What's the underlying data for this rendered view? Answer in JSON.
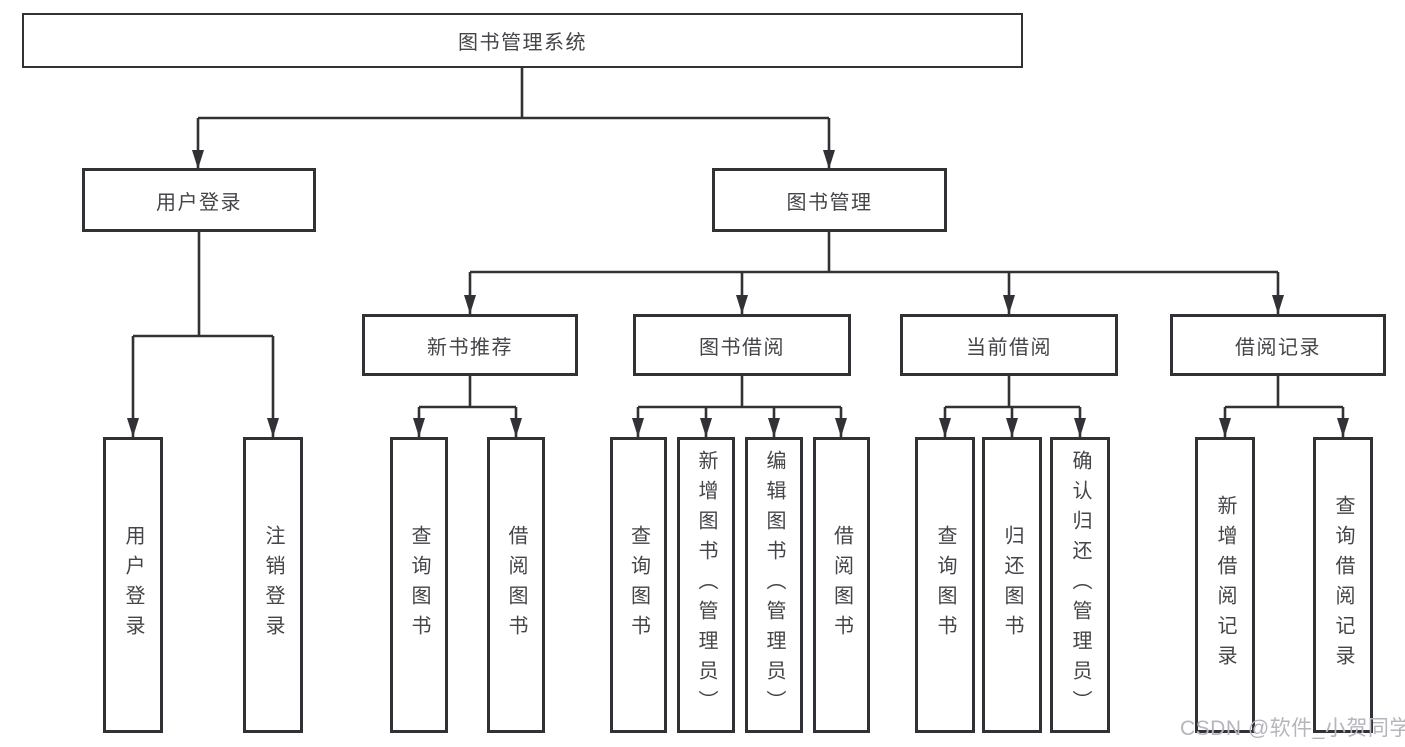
{
  "colors": {
    "line": "#323236",
    "text": "#454549",
    "watermark": "#b4b5bd",
    "background": "#ffffff"
  },
  "watermark": {
    "text": "CSDN @软件_小贺同学"
  },
  "diagram": {
    "type": "hierarchy-tree",
    "root": {
      "label": "图书管理系统"
    },
    "branches": [
      {
        "label": "用户登录",
        "children": [
          "用户登录",
          "注销登录"
        ]
      },
      {
        "label": "图书管理",
        "children": [
          {
            "label": "新书推荐",
            "children": [
              "查询图书",
              "借阅图书"
            ]
          },
          {
            "label": "图书借阅",
            "children": [
              "查询图书",
              "新增图书（管理员）",
              "编辑图书（管理员）",
              "借阅图书"
            ]
          },
          {
            "label": "当前借阅",
            "children": [
              "查询图书",
              "归还图书",
              "确认归还（管理员）"
            ]
          },
          {
            "label": "借阅记录",
            "children": [
              "新增借阅记录",
              "查询借阅记录"
            ]
          }
        ]
      }
    ]
  }
}
